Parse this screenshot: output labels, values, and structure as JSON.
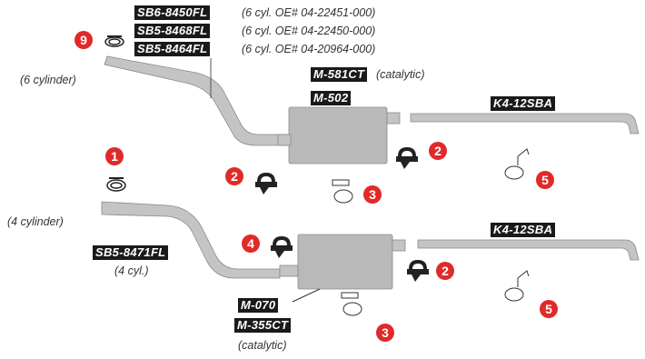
{
  "parts": {
    "sb6_8450fl": "SB6-8450FL",
    "sb5_8468fl": "SB5-8468FL",
    "sb5_8464fl": "SB5-8464FL",
    "m581ct": "M-581CT",
    "m502": "M-502",
    "k4_12sba_top": "K4-12SBA",
    "k4_12sba_bottom": "K4-12SBA",
    "sb5_8471fl": "SB5-8471FL",
    "m070": "M-070",
    "m355ct": "M-355CT"
  },
  "notes": {
    "sb6_8450fl": "(6 cyl. OE# 04-22451-000)",
    "sb5_8468fl": "(6 cyl. OE# 04-22450-000)",
    "sb5_8464fl": "(6 cyl. OE# 04-20964-000)",
    "six_cylinder": "(6 cylinder)",
    "four_cylinder": "(4 cylinder)",
    "four_cyl_short": "(4 cyl.)",
    "catalytic_top": "(catalytic)",
    "catalytic_bottom": "(catalytic)"
  },
  "callouts": [
    "9",
    "1",
    "2",
    "2",
    "3",
    "5",
    "4",
    "2",
    "3",
    "5"
  ],
  "colors": {
    "pipe": "#c4c4c4",
    "pipe_edge": "#8a8a8a",
    "muffler": "#b9b9b9",
    "label_bg": "#1a1a1a",
    "callout": "#e02a2a"
  },
  "icons": {
    "clamp_coil": "gasket-ring-icon",
    "u_bolt_clamp": "u-bolt-clamp-icon",
    "hanger": "hanger-icon",
    "bracket": "bracket-icon"
  }
}
